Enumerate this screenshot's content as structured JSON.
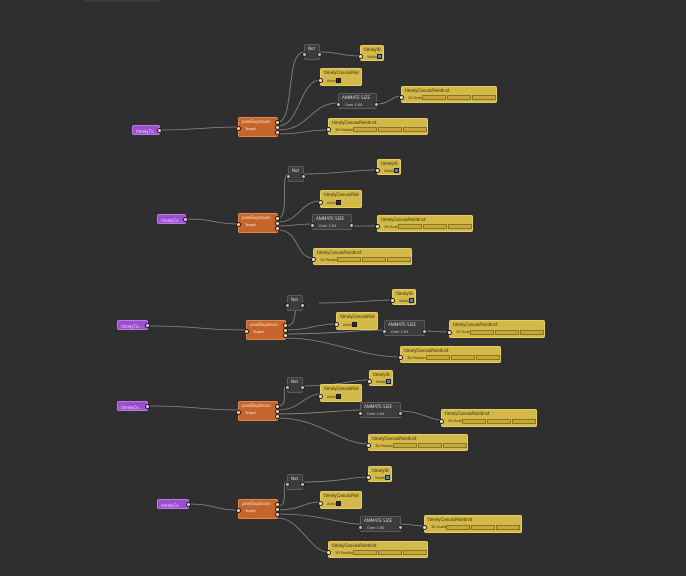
{
  "canvas": {
    "background": "#2f2f2f"
  },
  "colors": {
    "wire": "#8a8a8a",
    "event": "#9b4fcf",
    "action": "#c5652b",
    "property": "#d3b84a",
    "utility": "#3c3c3c",
    "checked": "#3e8ed0"
  },
  "labels": {
    "event_a": "timelyTic...",
    "event_b": "timelyCe...",
    "event_c": "timelyTic...",
    "event_d": "timelyCe...",
    "event_e": "timelyCa",
    "action": "pixelExplosion",
    "action_row": "Target",
    "not": "Not",
    "visible_node": "timelyVisible",
    "visible_row": "Visible",
    "active_node": "timelyCanvasPointInst",
    "active_row": "Active",
    "animate": "ANIMATE SIZE",
    "animate_row": "Over 1:00",
    "scale_node": "timelyCanvasPointInst",
    "scale_row": "3D Scale",
    "position_node": "timelyCanvasPointInst",
    "position_row": "3D Position"
  },
  "icons": [
    "edit-pencil-icon",
    "port-dot-icon",
    "checkbox-icon"
  ]
}
